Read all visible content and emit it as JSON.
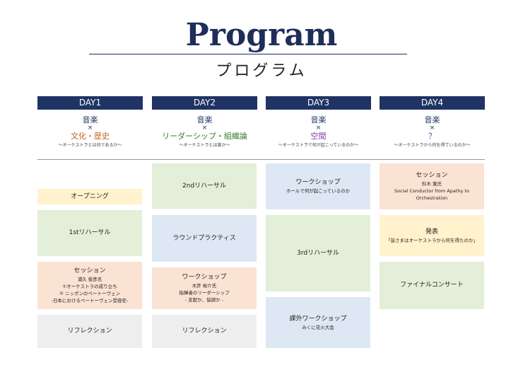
{
  "header": {
    "title": "Program",
    "subtitle": "プログラム"
  },
  "colors": {
    "header_bar": "#1f3464",
    "green": "#e3efd8",
    "blue": "#dde8f4",
    "peach": "#fbe3d3",
    "yellow": "#fff2cc",
    "gray": "#eeeeee",
    "orange_text": "#c0641e",
    "purple_text": "#7a3b9e"
  },
  "days": [
    {
      "label": "DAY1",
      "theme_a": "音楽",
      "cross": "×",
      "theme_b": "文化・歴史",
      "tagline": "〜オーケストラとは何であるか〜"
    },
    {
      "label": "DAY2",
      "theme_a": "音楽",
      "cross": "×",
      "theme_b": "リーダーシップ・組織論",
      "tagline": "〜オーケストラとは誰か〜"
    },
    {
      "label": "DAY3",
      "theme_a": "音楽",
      "cross": "×",
      "theme_b": "空間",
      "tagline": "〜オーケストラで何が起こっているのか〜"
    },
    {
      "label": "DAY4",
      "theme_a": "音楽",
      "cross": "×",
      "theme_b": "？",
      "tagline": "〜オーケストラから何を得ているのか〜"
    }
  ],
  "day1": {
    "opening": "オープニング",
    "rehearsal1": "1stリハーサル",
    "session": {
      "title": "セッション",
      "speaker": "浦久 俊彦氏",
      "line1": "①オーケストラの成り立ち",
      "line2": "② ニッポンのベートーヴェン",
      "line3": "-日本におけるベートーヴェン受容史-"
    },
    "reflection": "リフレクション"
  },
  "day2": {
    "rehearsal2": "2ndリハーサル",
    "round": "ラウンドプラクティス",
    "workshop": {
      "title": "ワークショップ",
      "speaker": "木許 裕介氏",
      "line1": "指揮者のリーダーシップ",
      "line2": "- 支配か、協調か -"
    },
    "reflection": "リフレクション"
  },
  "day3": {
    "workshop": {
      "title": "ワークショップ",
      "line1": "ホールで何が起こっているのか"
    },
    "rehearsal3": "3rdリハーサル",
    "outdoor": {
      "title": "課外ワークショップ",
      "line1": "みくに花火大会"
    }
  },
  "day4": {
    "session": {
      "title": "セッション",
      "speaker": "鈴木 寛氏",
      "line1": "Social Conductor from Apathy to",
      "line2": "Orchestration"
    },
    "presentation": {
      "title": "発表",
      "line1": "「皆さまはオーケストラから何を得たのか」"
    },
    "final": "ファイナルコンサート"
  }
}
